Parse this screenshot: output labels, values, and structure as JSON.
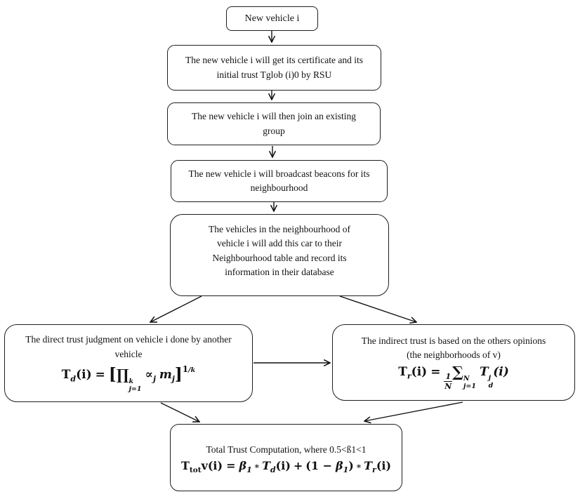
{
  "colors": {
    "ink": "#111111",
    "border": "#1f1f1f",
    "background": "#ffffff"
  },
  "boxes": {
    "start": {
      "text": "New vehicle i"
    },
    "certificate": {
      "text": "The new vehicle i will get its certificate and its initial trust Tglob (i)0 by RSU"
    },
    "join_group": {
      "text": "The new vehicle i will then join an existing group"
    },
    "broadcast": {
      "text": "The new vehicle i will broadcast beacons for its neighbourhood"
    },
    "neighbourhood": {
      "text": "The vehicles in the neighbourhood of vehicle i will add this car to their Neighbourhood table and record its information in their database"
    },
    "direct_trust": {
      "text": "The direct trust judgment on vehicle i done by another vehicle",
      "formula": {
        "T": "T",
        "T_sub": "d",
        "arg": "(i)",
        "eq": "=",
        "lbracket": "[",
        "prod": "∏",
        "prod_sup": "k",
        "prod_sub": "j=1",
        "alpha": "∝",
        "alpha_sub": "j",
        "m": "m",
        "m_sub": "j",
        "rbracket": "]",
        "exp_num": "1",
        "exp_den": "/k"
      }
    },
    "indirect_trust": {
      "text": "The indirect trust is based on the others opinions",
      "text2": "(the neighborhoods of v)",
      "formula": {
        "T": "T",
        "T_sub": "r",
        "arg": "(i)",
        "eq": "=",
        "frac_num": "1",
        "frac_den": "N",
        "sum": "∑",
        "sum_sup": "N",
        "sum_sub": "j=1",
        "T2": "T",
        "T2_sup": "j",
        "T2_sub": "d",
        "arg2": "(i)"
      }
    },
    "total_trust": {
      "text": "Total Trust Computation, where 0.5<ß1<1",
      "formula": {
        "T": "T",
        "T_sub": "tot",
        "v": "v(i)",
        "eq": "=",
        "beta1": "β",
        "beta1_sub": "1",
        "star1": "∗",
        "Td": "T",
        "Td_sub": "d",
        "Td_arg": "(i)",
        "plus": "+",
        "open": "(1 −",
        "beta2": "β",
        "beta2_sub": "1",
        "close": ")",
        "star2": "∗",
        "Tr": "T",
        "Tr_sub": "r",
        "Tr_arg": "(i)"
      }
    }
  }
}
